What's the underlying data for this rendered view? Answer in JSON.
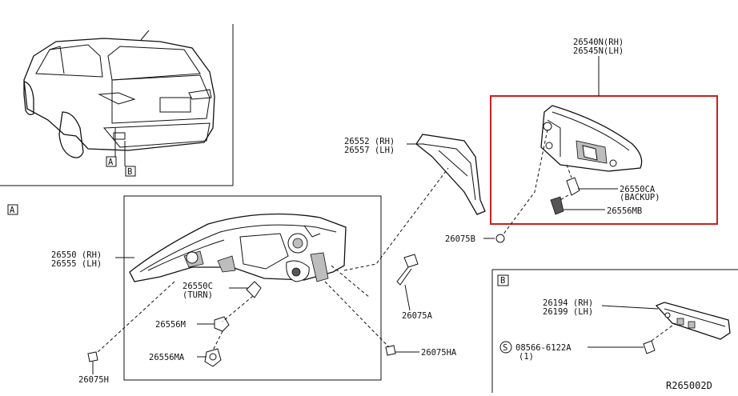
{
  "diagram": {
    "highlight_color": "#cc1f1f",
    "labels": {
      "p26540n": "26540N(RH)",
      "p26545n": "26545N(LH)",
      "p26552": "26552 (RH)",
      "p26557": "26557 (LH)",
      "p26550ca": "26550CA",
      "backup": "(BACKUP)",
      "p26556mb": "26556MB",
      "p26075b": "26075B",
      "p26550": "26550 (RH)",
      "p26555": "26555 (LH)",
      "p26550c": "26550C",
      "turn": "(TURN)",
      "p26556m": "26556M",
      "p26556ma": "26556MA",
      "p26075a": "26075A",
      "p26075ha": "26075HA",
      "p26075h": "26075H",
      "p26194": "26194 (RH)",
      "p26199": "26199 (LH)",
      "bolt_symbol": "S",
      "p08566": "08566-6122A",
      "qty": "(1)",
      "diagram_code": "R265002D"
    },
    "callouts": {
      "a_car": "A",
      "b_car": "B",
      "a_section": "A",
      "b_section": "B"
    }
  }
}
